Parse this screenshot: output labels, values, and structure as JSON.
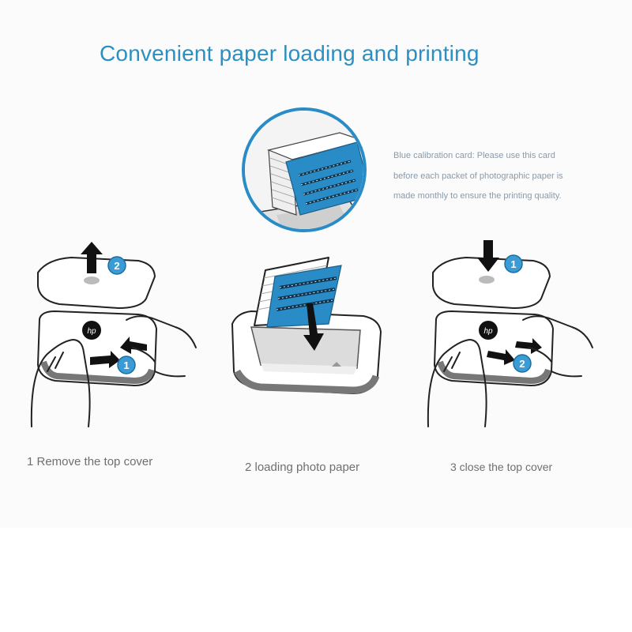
{
  "header": {
    "title": "Convenient paper loading and printing"
  },
  "calibration_note": {
    "lines": [
      "Blue calibration card: Please use this card",
      "before each packet of photographic paper is",
      "made monthly to ensure the printing quality."
    ]
  },
  "steps": [
    {
      "label": "1 Remove the top cover",
      "badges": [
        "2",
        "1"
      ]
    },
    {
      "label": "2 loading photo paper"
    },
    {
      "label": "3 close the top cover",
      "badges": [
        "1",
        "2"
      ]
    }
  ],
  "colors": {
    "accent": "#2b8fc1",
    "badge": "#3a9bd5",
    "calibration_card": "#2a8cc7",
    "text_muted": "#8a9aa8"
  },
  "icons": [
    "arrow-up-icon",
    "arrow-down-icon",
    "hp-logo-icon"
  ]
}
